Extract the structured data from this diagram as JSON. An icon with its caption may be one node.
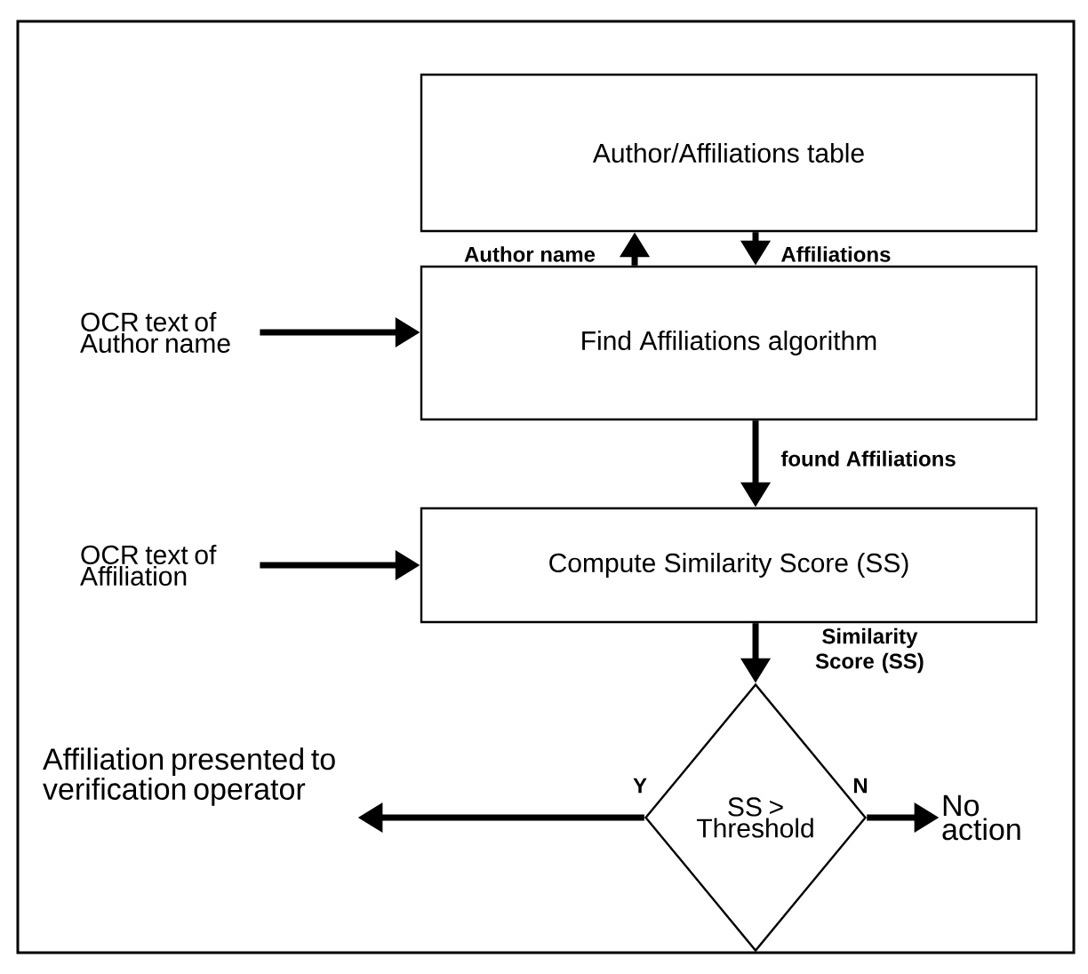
{
  "diagram": {
    "nodes": [
      {
        "text": [
          "Author/Affiliations table"
        ]
      },
      {
        "text": [
          "Find Affiliations algorithm"
        ]
      },
      {
        "text": [
          "Compute Similarity Score (SS)"
        ]
      },
      {
        "text": [
          "SS > Threshold"
        ]
      },
      {
        "text": [
          "OCR text of Author name"
        ]
      },
      {
        "text": [
          "OCR text of Affiliation"
        ]
      },
      {
        "text": [
          "Affiliation presented to verification operator"
        ]
      },
      {
        "text": [
          "No action"
        ]
      }
    ],
    "edges": [
      {
        "from": 1,
        "to": 0,
        "arrow": "to",
        "label": "Author name"
      },
      {
        "from": 0,
        "to": 1,
        "arrow": "to",
        "label": "Affiliations"
      },
      {
        "from": 4,
        "to": 1,
        "arrow": "to"
      },
      {
        "from": 1,
        "to": 2,
        "arrow": "to",
        "label": "found Affiliations"
      },
      {
        "from": 5,
        "to": 2,
        "arrow": "to"
      },
      {
        "from": 2,
        "to": 3,
        "arrow": "to",
        "label": "Similarity Score (SS)"
      },
      {
        "from": 3,
        "to": 6,
        "arrow": "to",
        "label": "Y"
      },
      {
        "from": 3,
        "to": 7,
        "arrow": "to",
        "label": "N"
      }
    ]
  }
}
